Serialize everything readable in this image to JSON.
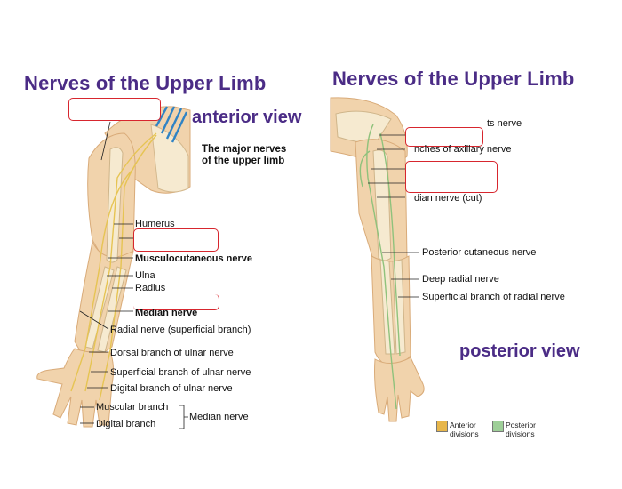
{
  "left": {
    "title": "Nerves of the Upper Limb",
    "view_label": "anterior view",
    "subtitle_line1": "The major nerves",
    "subtitle_line2": "of the upper limb",
    "labels": {
      "humerus": "Humerus",
      "musculocutaneous": "Musculocutaneous nerve",
      "ulna": "Ulna",
      "radius": "Radius",
      "median_nerve": "Median nerve",
      "radial_superficial": "Radial nerve (superficial branch)",
      "dorsal_ulnar": "Dorsal branch of ulnar nerve",
      "superficial_ulnar": "Superficial branch of ulnar nerve",
      "digital_ulnar": "Digital branch of ulnar nerve",
      "muscular_branch": "Muscular branch",
      "digital_branch": "Digital branch",
      "median_nerve_bracket": "Median nerve"
    }
  },
  "right": {
    "title": "Nerves of the Upper Limb",
    "view_label": "posterior view",
    "labels": {
      "partial_top": "ts nerve",
      "branches_axillary": "nches of axillary nerve",
      "median_cut": "dian nerve (cut)",
      "posterior_cutaneous": "Posterior cutaneous nerve",
      "deep_radial": "Deep radial nerve",
      "superficial_radial": "Superficial branch of radial nerve"
    },
    "legend": {
      "anterior": "Anterior divisions",
      "posterior": "Posterior divisions",
      "anterior_color": "#e7b64a",
      "posterior_color": "#9ecf98"
    }
  },
  "colors": {
    "title": "#4b2c86",
    "blank_border": "#d7262e",
    "skin": "#f1d3ac",
    "skin_shade": "#e3b98a",
    "bone": "#f6ead0",
    "nerve_yellow": "#e6c453",
    "nerve_green": "#8fc27c",
    "plexus_blue": "#2f83c5"
  }
}
